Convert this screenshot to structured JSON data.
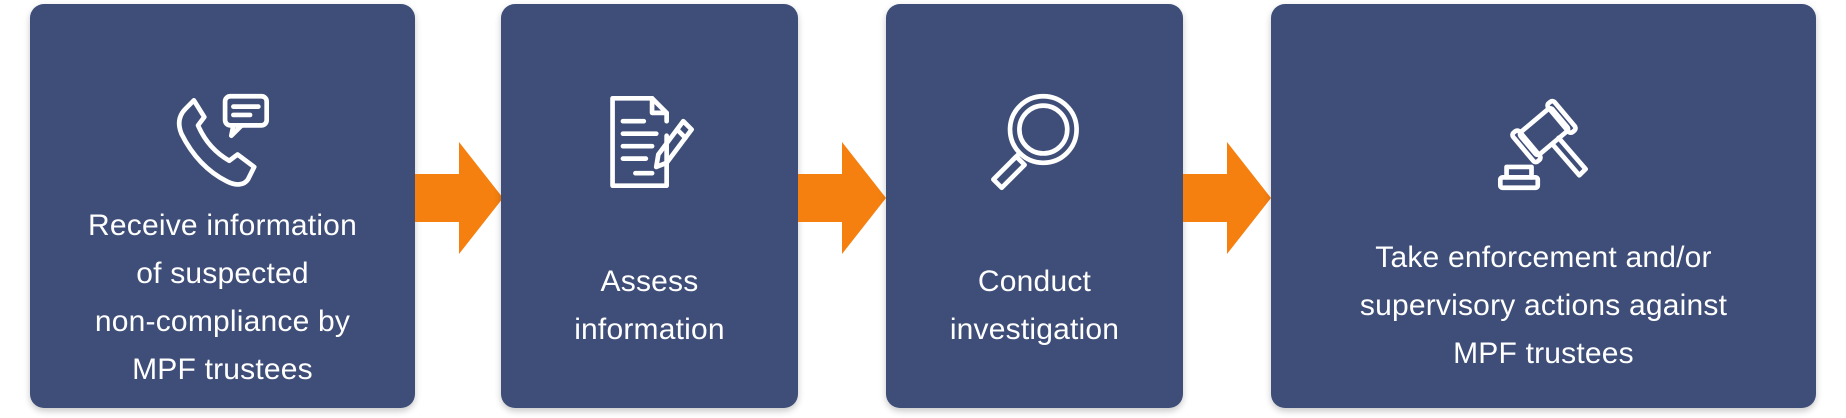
{
  "colors": {
    "box": "#3e4e78",
    "arrow": "#f5800f",
    "text": "#ffffff"
  },
  "steps": [
    {
      "icon": "phone-chat-icon",
      "label": "Receive information\nof suspected\nnon-compliance by\nMPF trustees"
    },
    {
      "icon": "document-edit-icon",
      "label": "Assess\ninformation"
    },
    {
      "icon": "magnifier-icon",
      "label": "Conduct\ninvestigation"
    },
    {
      "icon": "gavel-icon",
      "label": "Take enforcement and/or\nsupervisory actions against\nMPF trustees"
    }
  ]
}
